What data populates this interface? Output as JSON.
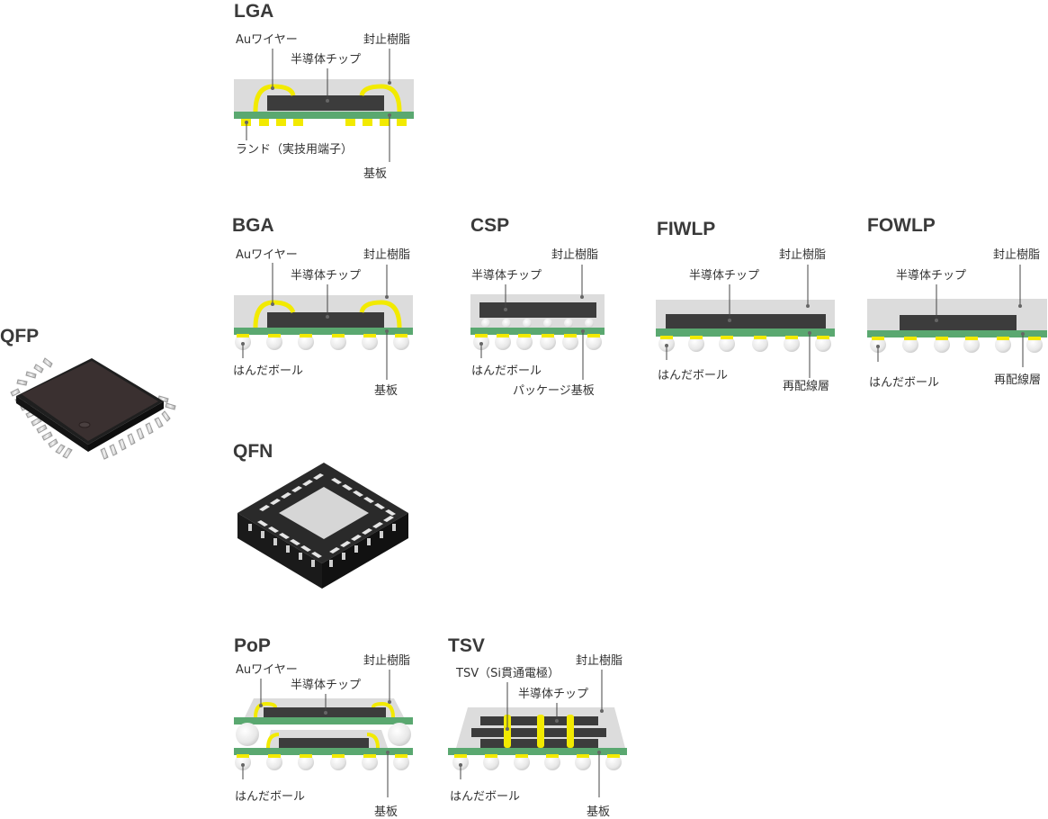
{
  "colors": {
    "resin": "#dcdcdc",
    "chip": "#3c3c3c",
    "substrate": "#5aa870",
    "gold": "#f2ea00",
    "ball": "#f2f2f2",
    "package_body": "#2c2c2c"
  },
  "packages": {
    "qfp": {
      "title": "QFP"
    },
    "lga": {
      "title": "LGA",
      "wire": "Auワイヤー",
      "chip": "半導体チップ",
      "resin": "封止樹脂",
      "land": "ランド（実技用端子）",
      "substrate": "基板"
    },
    "bga": {
      "title": "BGA",
      "wire": "Auワイヤー",
      "chip": "半導体チップ",
      "resin": "封止樹脂",
      "ball": "はんだボール",
      "substrate": "基板"
    },
    "csp": {
      "title": "CSP",
      "chip": "半導体チップ",
      "resin": "封止樹脂",
      "ball": "はんだボール",
      "substrate": "パッケージ基板"
    },
    "fiwlp": {
      "title": "FIWLP",
      "chip": "半導体チップ",
      "resin": "封止樹脂",
      "ball": "はんだボール",
      "rdl": "再配線層"
    },
    "fowlp": {
      "title": "FOWLP",
      "chip": "半導体チップ",
      "resin": "封止樹脂",
      "ball": "はんだボール",
      "rdl": "再配線層"
    },
    "qfn": {
      "title": "QFN"
    },
    "pop": {
      "title": "PoP",
      "wire": "Auワイヤー",
      "chip": "半導体チップ",
      "resin": "封止樹脂",
      "ball": "はんだボール",
      "substrate": "基板"
    },
    "tsv": {
      "title": "TSV",
      "tsv": "TSV（Si貫通電極）",
      "chip": "半導体チップ",
      "resin": "封止樹脂",
      "ball": "はんだボール",
      "substrate": "基板"
    }
  }
}
